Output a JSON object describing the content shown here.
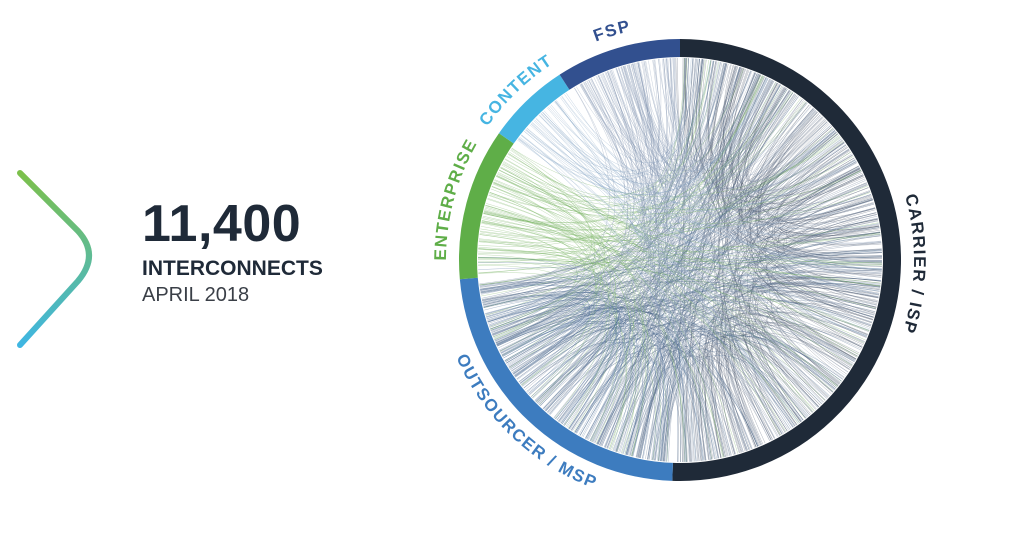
{
  "stats": {
    "count": "11,400",
    "label": "INTERCONNECTS",
    "date": "APRIL 2018"
  },
  "colors": {
    "dark_text": "#1f2a38",
    "chevron_top": "#7cc04b",
    "chevron_bottom": "#3fb6e2"
  },
  "chord_data": {
    "type": "chord",
    "groups": [
      {
        "name": "CARRIER / ISP",
        "color": "#1f2a38",
        "start": -1.5708,
        "end": 1.6057
      },
      {
        "name": "OUTSOURCER / MSP",
        "color": "#3d7cbf",
        "start": 1.6057,
        "end": 3.0543
      },
      {
        "name": "ENTERPRISE",
        "color": "#5fae48",
        "start": 3.0543,
        "end": 3.7525
      },
      {
        "name": "CONTENT",
        "color": "#46b5e2",
        "start": 3.7525,
        "end": 4.1364
      },
      {
        "name": "FSP",
        "color": "#32508f",
        "start": 4.1364,
        "end": 4.7124
      }
    ],
    "label_colors": [
      "#1f2a38",
      "#3d7cbf",
      "#5fae48",
      "#46b5e2",
      "#32508f"
    ]
  }
}
